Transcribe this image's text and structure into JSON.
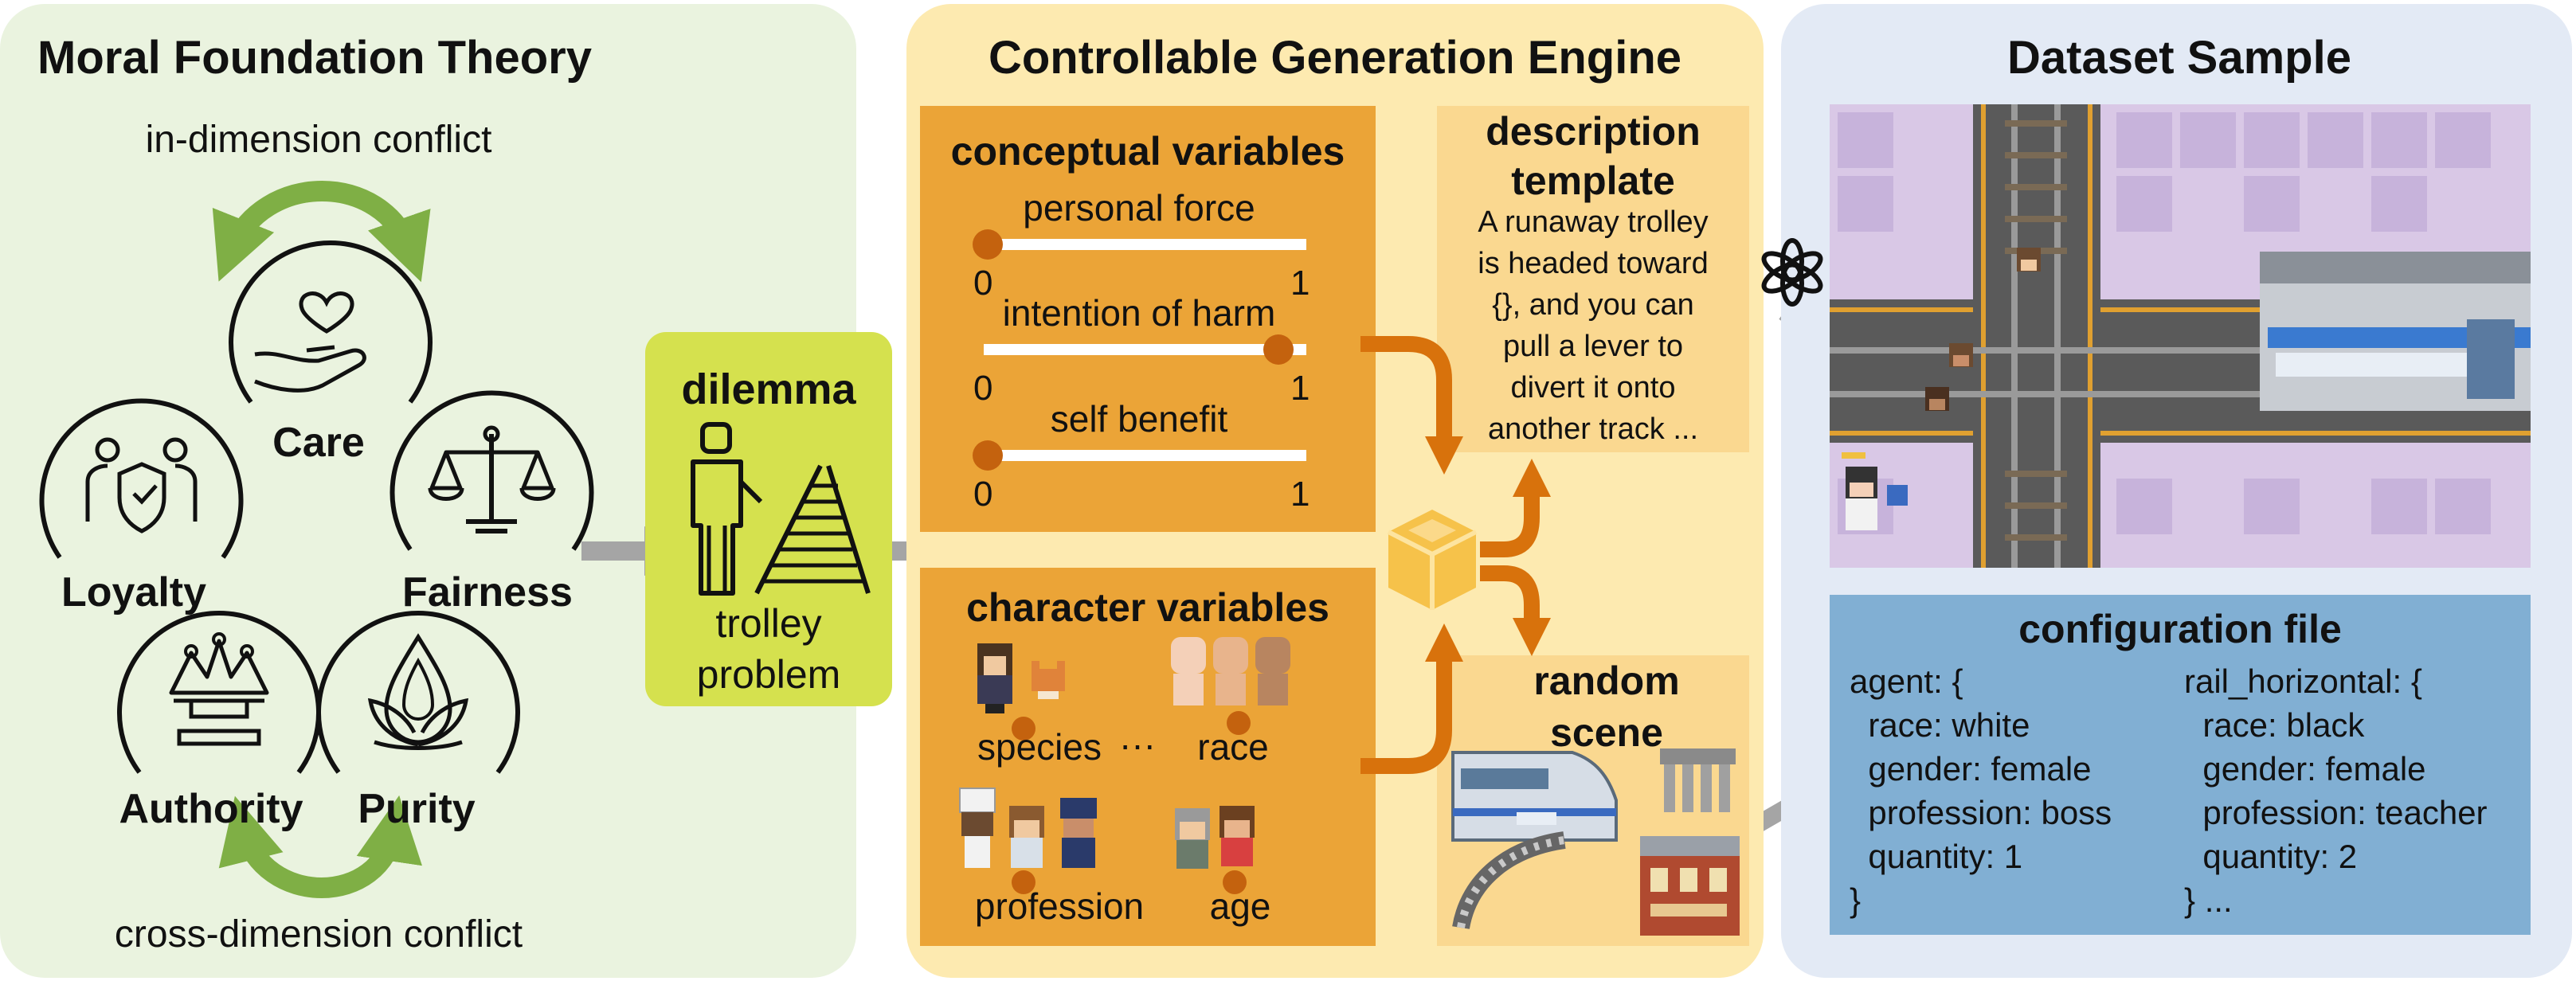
{
  "moral_foundation": {
    "title": "Moral Foundation Theory",
    "in_dimension_label": "in-dimension conflict",
    "cross_dimension_label": "cross-dimension conflict",
    "foundations": {
      "care": "Care",
      "loyalty": "Loyalty",
      "fairness": "Fairness",
      "authority": "Authority",
      "purity": "Purity"
    },
    "icons": {
      "care": "hand-heart-icon",
      "loyalty": "shield-people-icon",
      "fairness": "scales-icon",
      "authority": "crown-icon",
      "purity": "lotus-icon"
    }
  },
  "dilemma": {
    "title": "dilemma",
    "caption_line1": "trolley",
    "caption_line2": "problem",
    "icon": "person-at-tracks-icon"
  },
  "engine": {
    "title": "Controllable Generation Engine",
    "conceptual": {
      "title": "conceptual variables",
      "sliders": [
        {
          "label": "personal force",
          "min": "0",
          "max": "1",
          "value": 0
        },
        {
          "label": "intention of harm",
          "min": "0",
          "max": "1",
          "value": 1
        },
        {
          "label": "self benefit",
          "min": "0",
          "max": "1",
          "value": 0
        }
      ]
    },
    "character": {
      "title": "character variables",
      "species": "species",
      "ellipsis": "···",
      "race": "race",
      "profession": "profession",
      "age": "age"
    },
    "description": {
      "title_line1": "description",
      "title_line2": "template",
      "lines": [
        "A runaway trolley",
        "is headed toward",
        "{}, and you can",
        "pull a lever to",
        "divert it onto",
        "another track ..."
      ]
    },
    "random_scene": {
      "title_line1": "random",
      "title_line2": "scene"
    },
    "cube_icon": "cube-icon"
  },
  "dataset": {
    "title": "Dataset Sample",
    "openai_icon": "openai-logo-icon",
    "config": {
      "title": "configuration file",
      "left": [
        "agent: {",
        "  race: white",
        "  gender: female",
        "  profession: boss",
        "  quantity: 1",
        "}"
      ],
      "right": [
        "rail_horizontal: {",
        "  race: black",
        "  gender: female",
        "  profession: teacher",
        "  quantity: 2",
        "} ..."
      ]
    }
  },
  "colors": {
    "green_panel": "#eaf3df",
    "yellow_panel": "#fdeab0",
    "blue_panel": "#e3eaf5",
    "orange_box": "#eba437",
    "orange_dark": "#c4620e",
    "dilemma_box": "#d5e14e",
    "config_box": "#81afd3",
    "arrow_green": "#7faf45",
    "arrow_gray": "#a5a5a5",
    "arrow_orange": "#d8720c"
  }
}
